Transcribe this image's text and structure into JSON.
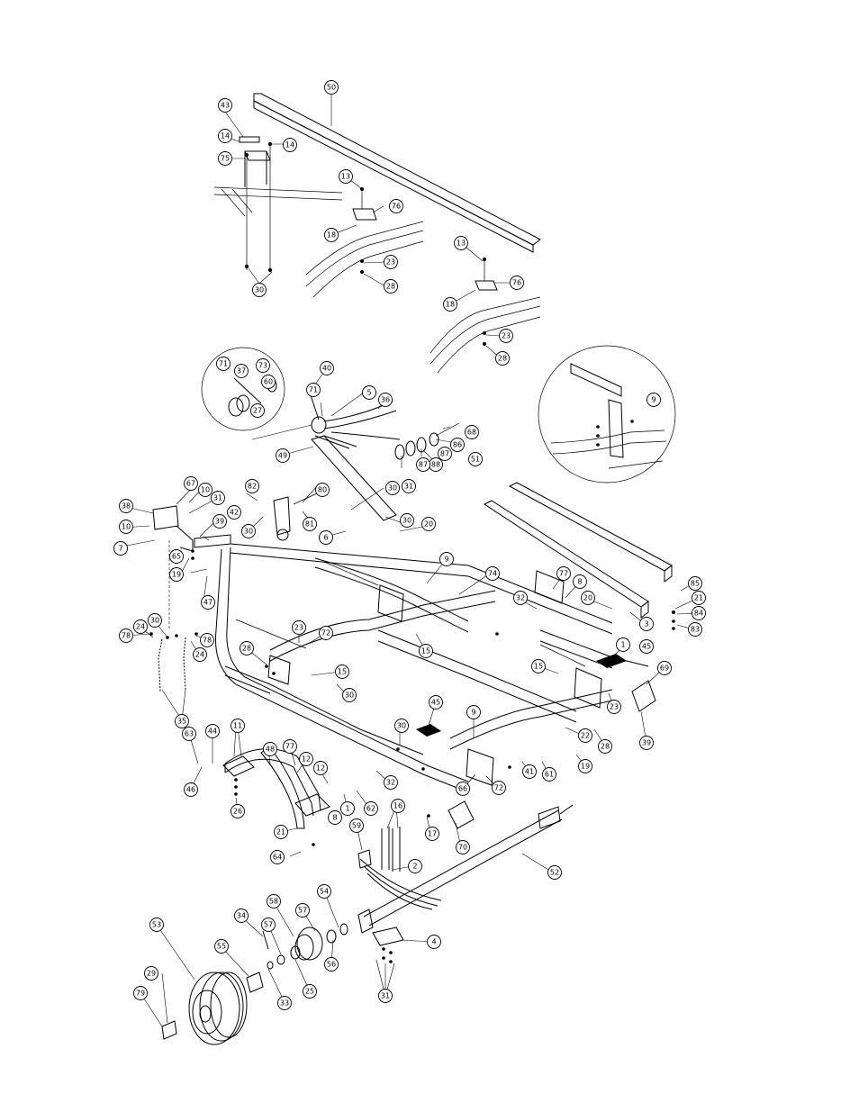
{
  "diagram": {
    "callouts": [
      "50",
      "43",
      "14",
      "14",
      "75",
      "13",
      "76",
      "18",
      "23",
      "28",
      "30",
      "13",
      "76",
      "18",
      "23",
      "28",
      "9",
      "71",
      "37",
      "73",
      "60",
      "40",
      "71",
      "5",
      "36",
      "27",
      "68",
      "86",
      "87",
      "88",
      "87",
      "31",
      "49",
      "30",
      "51",
      "67",
      "10",
      "31",
      "38",
      "10",
      "7",
      "39",
      "42",
      "82",
      "80",
      "81",
      "30",
      "30",
      "20",
      "6",
      "65",
      "19",
      "47",
      "9",
      "74",
      "77",
      "8",
      "32",
      "20",
      "3",
      "85",
      "21",
      "84",
      "83",
      "78",
      "24",
      "30",
      "24",
      "78",
      "23",
      "72",
      "28",
      "15",
      "15",
      "1",
      "45",
      "15",
      "69",
      "30",
      "35",
      "44",
      "11",
      "48",
      "77",
      "63",
      "46",
      "26",
      "12",
      "12",
      "32",
      "30",
      "9",
      "45",
      "22",
      "41",
      "61",
      "19",
      "23",
      "28",
      "39",
      "66",
      "72",
      "1",
      "8",
      "62",
      "21",
      "64",
      "17",
      "70",
      "16",
      "59",
      "2",
      "52",
      "53",
      "34",
      "58",
      "57",
      "54",
      "55",
      "57",
      "25",
      "56",
      "33",
      "4",
      "29",
      "79",
      "31"
    ]
  }
}
